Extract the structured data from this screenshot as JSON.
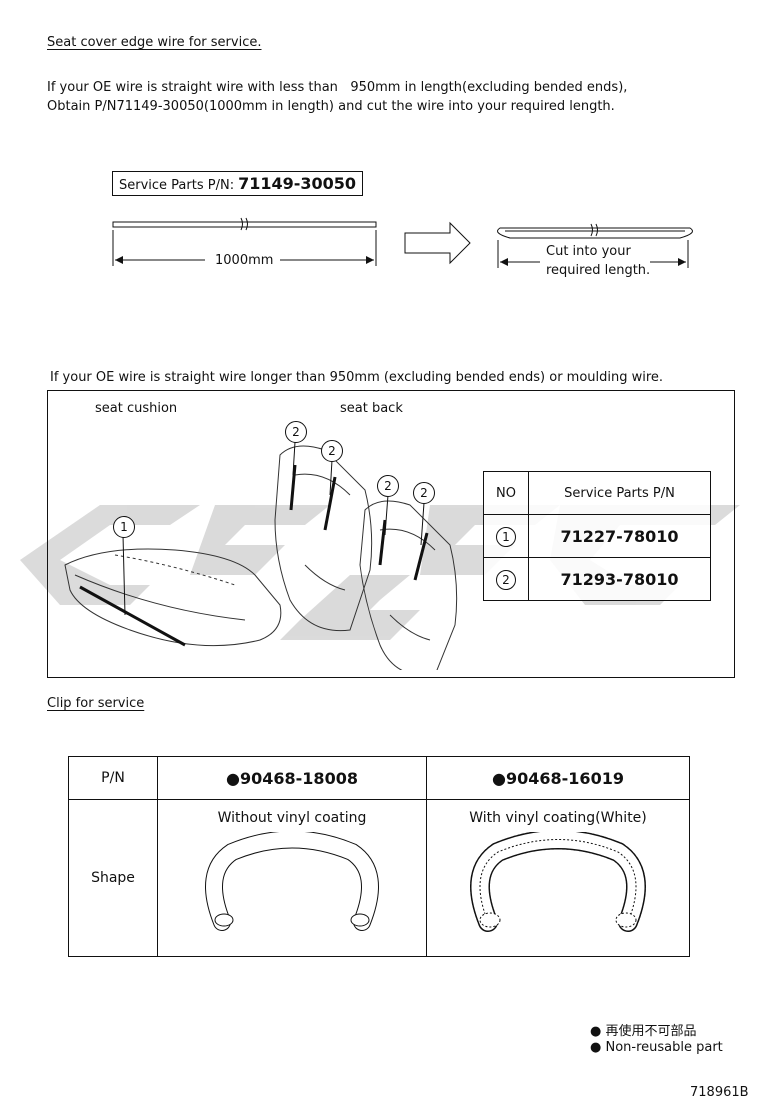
{
  "section1": {
    "heading": "Seat cover edge wire for service.",
    "line1": "If your OE wire is straight wire with less than   950mm in length(excluding bended ends),",
    "line2": "Obtain P/N71149-30050(1000mm in length) and cut the wire into your required length.",
    "service_label": "Service Parts P/N:",
    "service_pn": "71149-30050",
    "length_label": "1000mm",
    "cut_label_1": "Cut into your",
    "cut_label_2": "required length."
  },
  "section2": {
    "intro": "If your OE wire is straight wire longer than 950mm (excluding bended ends) or moulding wire.",
    "seat_cushion": "seat cushion",
    "seat_back": "seat back",
    "callout_1": "1",
    "callout_2": "2",
    "table": {
      "col_no": "NO",
      "col_pn": "Service Parts P/N",
      "rows": [
        {
          "no": "1",
          "pn": "71227-78010"
        },
        {
          "no": "2",
          "pn": "71293-78010"
        }
      ]
    }
  },
  "section3": {
    "heading": "Clip for service",
    "pn_label": "P/N",
    "shape_label": "Shape",
    "clips": [
      {
        "pn": "●90468-18008",
        "desc": "Without vinyl coating"
      },
      {
        "pn": "●90468-16019",
        "desc": "With vinyl coating(White)"
      }
    ]
  },
  "legend": {
    "jp": "再使用不可部品",
    "en": "Non-reusable part"
  },
  "figure_id": "718961B"
}
